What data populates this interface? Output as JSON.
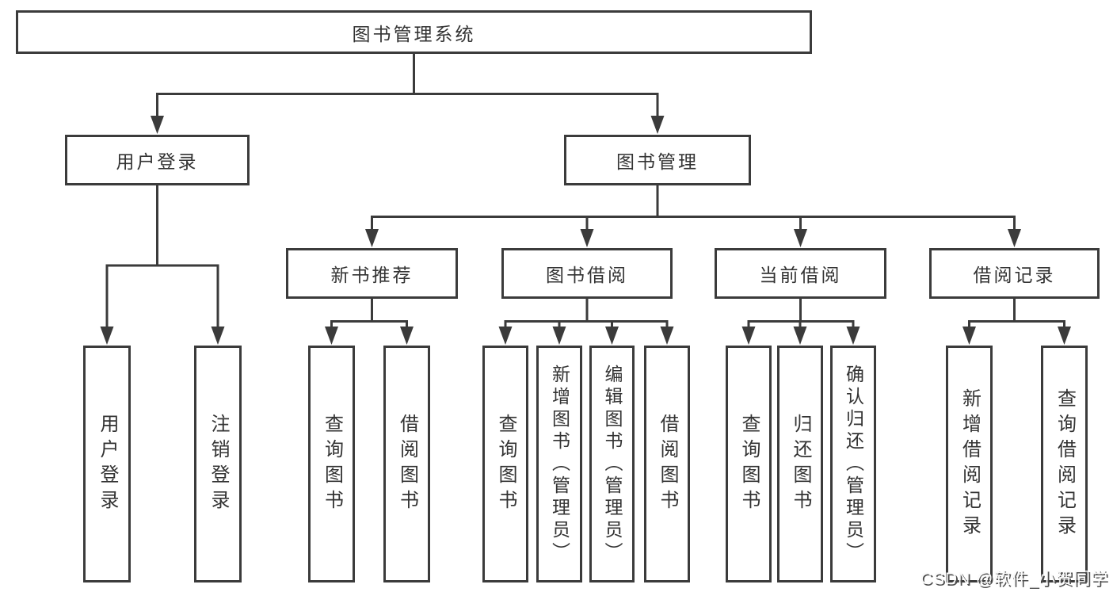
{
  "colors": {
    "line": "#3b3b3b",
    "text": "#333333",
    "background": "#ffffff",
    "watermark_text": "#fafafa",
    "watermark_shadow": "#4d4d4d"
  },
  "tree": {
    "label": "图书管理系统",
    "children": [
      {
        "label": "用户登录",
        "children": [
          {
            "label": "用户登录"
          },
          {
            "label": "注销登录"
          }
        ]
      },
      {
        "label": "图书管理",
        "children": [
          {
            "label": "新书推荐",
            "children": [
              {
                "label": "查询图书"
              },
              {
                "label": "借阅图书"
              }
            ]
          },
          {
            "label": "图书借阅",
            "children": [
              {
                "label": "查询图书"
              },
              {
                "label": "新增图书（管理员）"
              },
              {
                "label": "编辑图书（管理员）"
              },
              {
                "label": "借阅图书"
              }
            ]
          },
          {
            "label": "当前借阅",
            "children": [
              {
                "label": "查询图书"
              },
              {
                "label": "归还图书"
              },
              {
                "label": "确认归还（管理员）"
              }
            ]
          },
          {
            "label": "借阅记录",
            "children": [
              {
                "label": "新增借阅记录"
              },
              {
                "label": "查询借阅记录"
              }
            ]
          }
        ]
      }
    ]
  },
  "watermark": {
    "text": "CSDN @软件_小贺同学"
  }
}
